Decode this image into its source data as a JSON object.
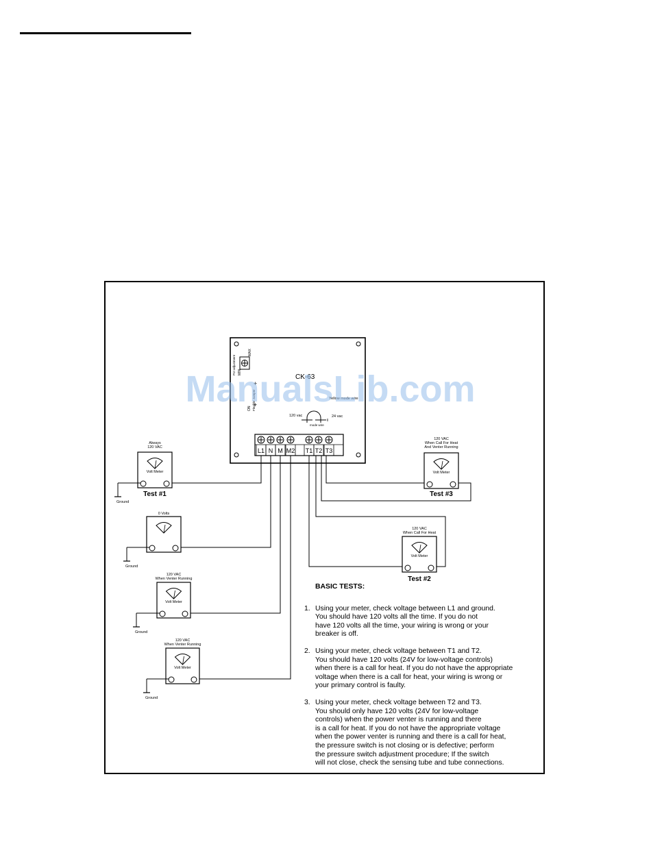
{
  "board": {
    "model": "CK-63"
  },
  "board_labels": {
    "potentiometer": "Pot adjustment",
    "min": "MIN",
    "max": "MAX",
    "dip_label": "Flexible Jumper",
    "on": "ON",
    "wire_label": "Yellow mode wire",
    "vac120": "120 vac",
    "vac24": "24 vac",
    "mode_wire": "mode wire"
  },
  "terminals": {
    "left": [
      "L1",
      "N",
      "M",
      "M2"
    ],
    "right": [
      "T1",
      "T2",
      "T3"
    ]
  },
  "meters": [
    {
      "id": "test1",
      "caption": "Always\n120 VAC",
      "label": "Volt Meter",
      "test": "Test #1",
      "ground": "Ground"
    },
    {
      "id": "neutral",
      "caption": "0 Volts",
      "label": "",
      "test": "",
      "ground": "Ground"
    },
    {
      "id": "motor",
      "caption": "120 VAC\nWhen Venter Running",
      "label": "Volt Meter",
      "test": "",
      "ground": "Ground"
    },
    {
      "id": "motor2",
      "caption": "120 VAC\nWhen Venter Running",
      "label": "Volt Meter",
      "test": "",
      "ground": "Ground"
    },
    {
      "id": "test2",
      "caption": "120 VAC\nWhen Call For Heat",
      "label": "Volt Meter",
      "test": "Test #2",
      "ground": ""
    },
    {
      "id": "test3",
      "caption": "120 VAC\nWhen Call For Heat\nAnd Venter Running",
      "label": "Volt Meter",
      "test": "Test #3",
      "ground": ""
    }
  ],
  "watermark": "ManualsLib.com",
  "basic_tests": {
    "title": "BASIC TESTS:",
    "items": [
      {
        "num": "1.",
        "lines": [
          "Using your meter, check voltage between L1 and ground.",
          "You should have 120 volts all the time.  If you do not",
          "have 120 volts all the time, your wiring is wrong or your",
          "breaker is off."
        ]
      },
      {
        "num": "2.",
        "lines": [
          "Using your meter, check voltage between T1 and T2.",
          "You should have 120 volts (24V for low-voltage controls)",
          "when there is a call for heat. If you do not have the appropriate",
          "voltage when there is a call for heat, your wiring is wrong or",
          "your primary control is faulty."
        ]
      },
      {
        "num": "3.",
        "lines": [
          "Using your meter, check voltage between T2 and T3.",
          "You should only have 120 volts (24V for low-voltage",
          "controls) when the power venter is running and there",
          "is a call for heat.  If you do not have the appropriate voltage",
          "when the power venter is running and there is a call for heat,",
          "the pressure switch is not closing or is defective; perform",
          "the pressure switch adjustment procedure; If the switch",
          "will not close, check the sensing tube and tube connections."
        ]
      }
    ]
  }
}
